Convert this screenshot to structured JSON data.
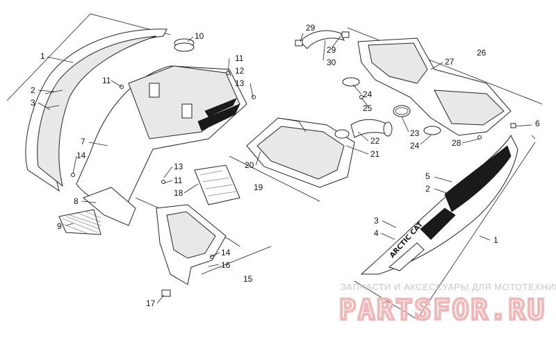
{
  "callouts": [
    {
      "id": "c1a",
      "text": "1"
    },
    {
      "id": "c2a",
      "text": "2"
    },
    {
      "id": "c3a",
      "text": "3"
    },
    {
      "id": "c7",
      "text": "7"
    },
    {
      "id": "c11a",
      "text": "11"
    },
    {
      "id": "c14a",
      "text": "14"
    },
    {
      "id": "c8",
      "text": "8"
    },
    {
      "id": "c9",
      "text": "9"
    },
    {
      "id": "c10",
      "text": "10"
    },
    {
      "id": "c11b",
      "text": "11"
    },
    {
      "id": "c12",
      "text": "12"
    },
    {
      "id": "c13a",
      "text": "13"
    },
    {
      "id": "c13b",
      "text": "13"
    },
    {
      "id": "c11c",
      "text": "11"
    },
    {
      "id": "c18",
      "text": "18"
    },
    {
      "id": "c19",
      "text": "19"
    },
    {
      "id": "c20",
      "text": "20"
    },
    {
      "id": "c21",
      "text": "21"
    },
    {
      "id": "c22",
      "text": "22"
    },
    {
      "id": "c14b",
      "text": "14"
    },
    {
      "id": "c16",
      "text": "16"
    },
    {
      "id": "c15",
      "text": "15"
    },
    {
      "id": "c17",
      "text": "17"
    },
    {
      "id": "c29a",
      "text": "29"
    },
    {
      "id": "c29b",
      "text": "29"
    },
    {
      "id": "c30",
      "text": "30"
    },
    {
      "id": "c26",
      "text": "26"
    },
    {
      "id": "c27",
      "text": "27"
    },
    {
      "id": "c24a",
      "text": "24"
    },
    {
      "id": "c25",
      "text": "25"
    },
    {
      "id": "c23",
      "text": "23"
    },
    {
      "id": "c24b",
      "text": "24"
    },
    {
      "id": "c28",
      "text": "28"
    },
    {
      "id": "c6",
      "text": "6"
    },
    {
      "id": "c5",
      "text": "5"
    },
    {
      "id": "c2b",
      "text": "2"
    },
    {
      "id": "c3b",
      "text": "3"
    },
    {
      "id": "c4",
      "text": "4"
    },
    {
      "id": "c1b",
      "text": "1"
    }
  ],
  "brand_decal": "ARCTIC CAT",
  "watermark": {
    "tagline": "ЗАПЧАСТИ И АКСЕССУАРЫ ДЛЯ МОТОТЕХНИКИ",
    "site": "PARTSFOR.RU"
  },
  "colors": {
    "line": "#222222",
    "watermark_big": "#f2b8b8",
    "watermark_small": "#c8c8c8"
  }
}
